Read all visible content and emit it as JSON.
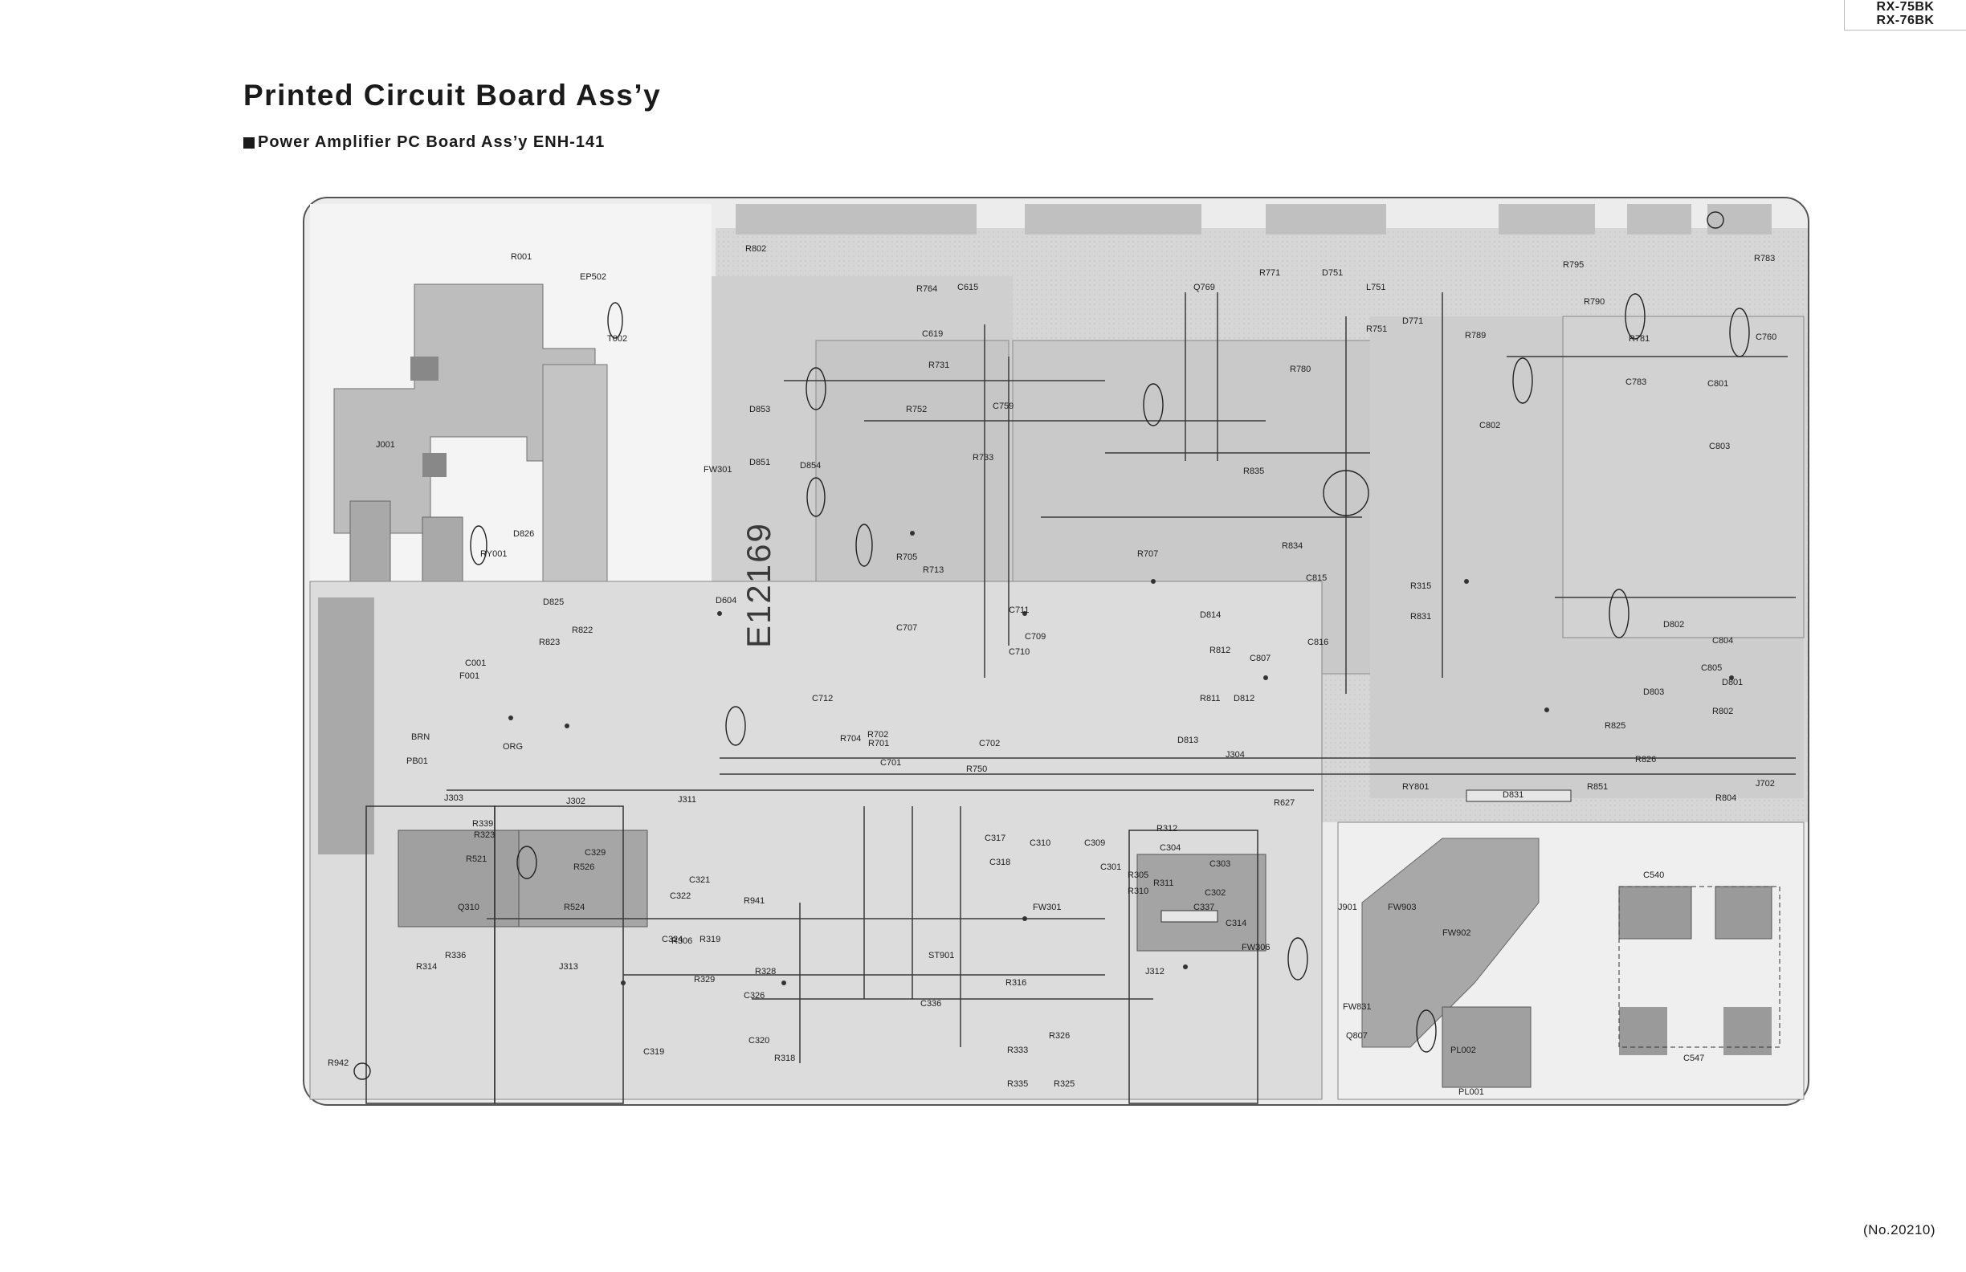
{
  "models": [
    "RX-75BK",
    "RX-76BK"
  ],
  "title": "Printed Circuit Board Ass’y",
  "subtitle": "Power Amplifier PC Board Ass’y ENH-141",
  "board_marking": "E12169",
  "doc_number": "(No.20210)",
  "component_labels": [
    "R001",
    "EP502",
    "T002",
    "J001",
    "C001",
    "F001",
    "RY001",
    "D826",
    "D825",
    "R823",
    "R822",
    "BRN",
    "ORG",
    "PB01",
    "D853",
    "D854",
    "D851",
    "FW301",
    "D604",
    "R802",
    "R764",
    "C615",
    "C619",
    "R752",
    "R627",
    "C760",
    "C759",
    "R733",
    "R731",
    "R705",
    "R707",
    "R713",
    "C707",
    "C709",
    "C711",
    "C710",
    "C712",
    "R704",
    "R702",
    "R701",
    "C702",
    "C701",
    "R750",
    "R780",
    "D771",
    "Q769",
    "R771",
    "D751",
    "L751",
    "R751",
    "R789",
    "R790",
    "R795",
    "R781",
    "R783",
    "C783",
    "C801",
    "C802",
    "C803",
    "C804",
    "C805",
    "R802",
    "D801",
    "D802",
    "D803",
    "R825",
    "R826",
    "R804",
    "R851",
    "J702",
    "RY801",
    "D831",
    "R831",
    "R834",
    "R835",
    "C815",
    "C816",
    "C807",
    "D814",
    "R811",
    "R812",
    "D812",
    "D813",
    "J304",
    "J303",
    "J302",
    "J311",
    "J312",
    "J313",
    "R314",
    "C317",
    "C318",
    "C310",
    "C309",
    "C304",
    "C303",
    "C302",
    "C301",
    "R312",
    "R315",
    "R316",
    "R326",
    "R325",
    "R335",
    "R333",
    "R329",
    "R328",
    "R319",
    "R318",
    "C320",
    "C319",
    "C322",
    "C321",
    "C324",
    "C326",
    "C329",
    "C336",
    "C337",
    "C314",
    "FW306",
    "FW301",
    "ST901",
    "R941",
    "R942",
    "J901",
    "FW903",
    "FW902",
    "FW831",
    "Q807",
    "PL001",
    "PL002",
    "C540",
    "C547",
    "R526",
    "R524",
    "R323",
    "R521",
    "Q310",
    "R336",
    "R339",
    "R305",
    "R306",
    "R310",
    "R311"
  ]
}
